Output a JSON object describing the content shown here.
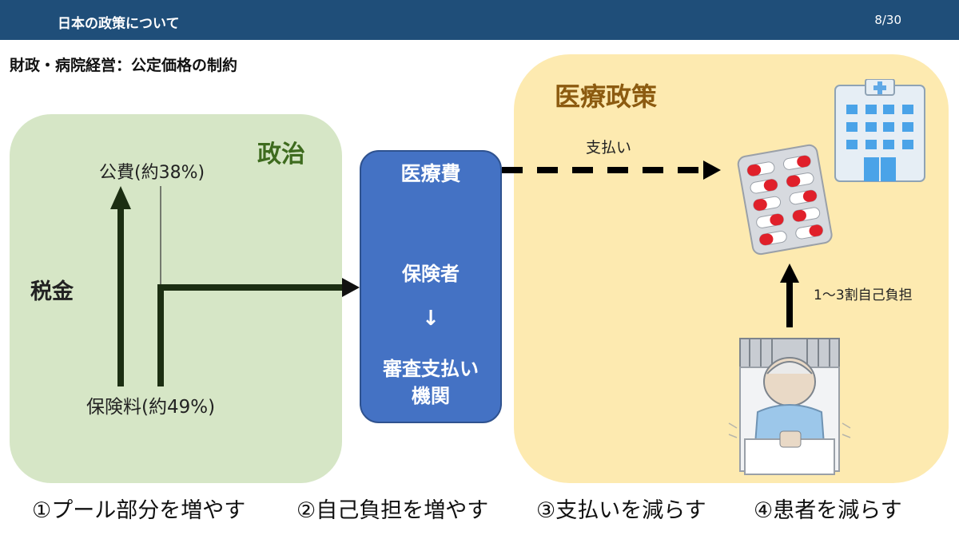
{
  "header": {
    "title": "日本の政策について",
    "page": "8/30"
  },
  "subtitle": "財政・病院経営：公定価格の制約",
  "politics": {
    "label": "政治",
    "public_expense": "公費(約38%)",
    "premium": "保険料(約49%)",
    "tax": "税金"
  },
  "cost_box": {
    "title": "医療費",
    "insurer": "保険者",
    "arrow": "↓",
    "agency": "審査支払い\n機関"
  },
  "policy": {
    "label": "医療政策",
    "payment": "支払い",
    "copay": "1〜3割自己負担"
  },
  "options": [
    "①プール部分を増やす",
    "②自己負担を増やす",
    "③支払いを減らす",
    "④患者を減らす"
  ],
  "icons": {
    "hospital": "hospital-icon",
    "medicine": "pill-pack-icon",
    "patient": "patient-in-bed-icon"
  },
  "colors": {
    "header": "#1f4e79",
    "politics_panel": "#d6e6c6",
    "policy_panel": "#fdeab0",
    "cost_box": "#4472c4"
  }
}
